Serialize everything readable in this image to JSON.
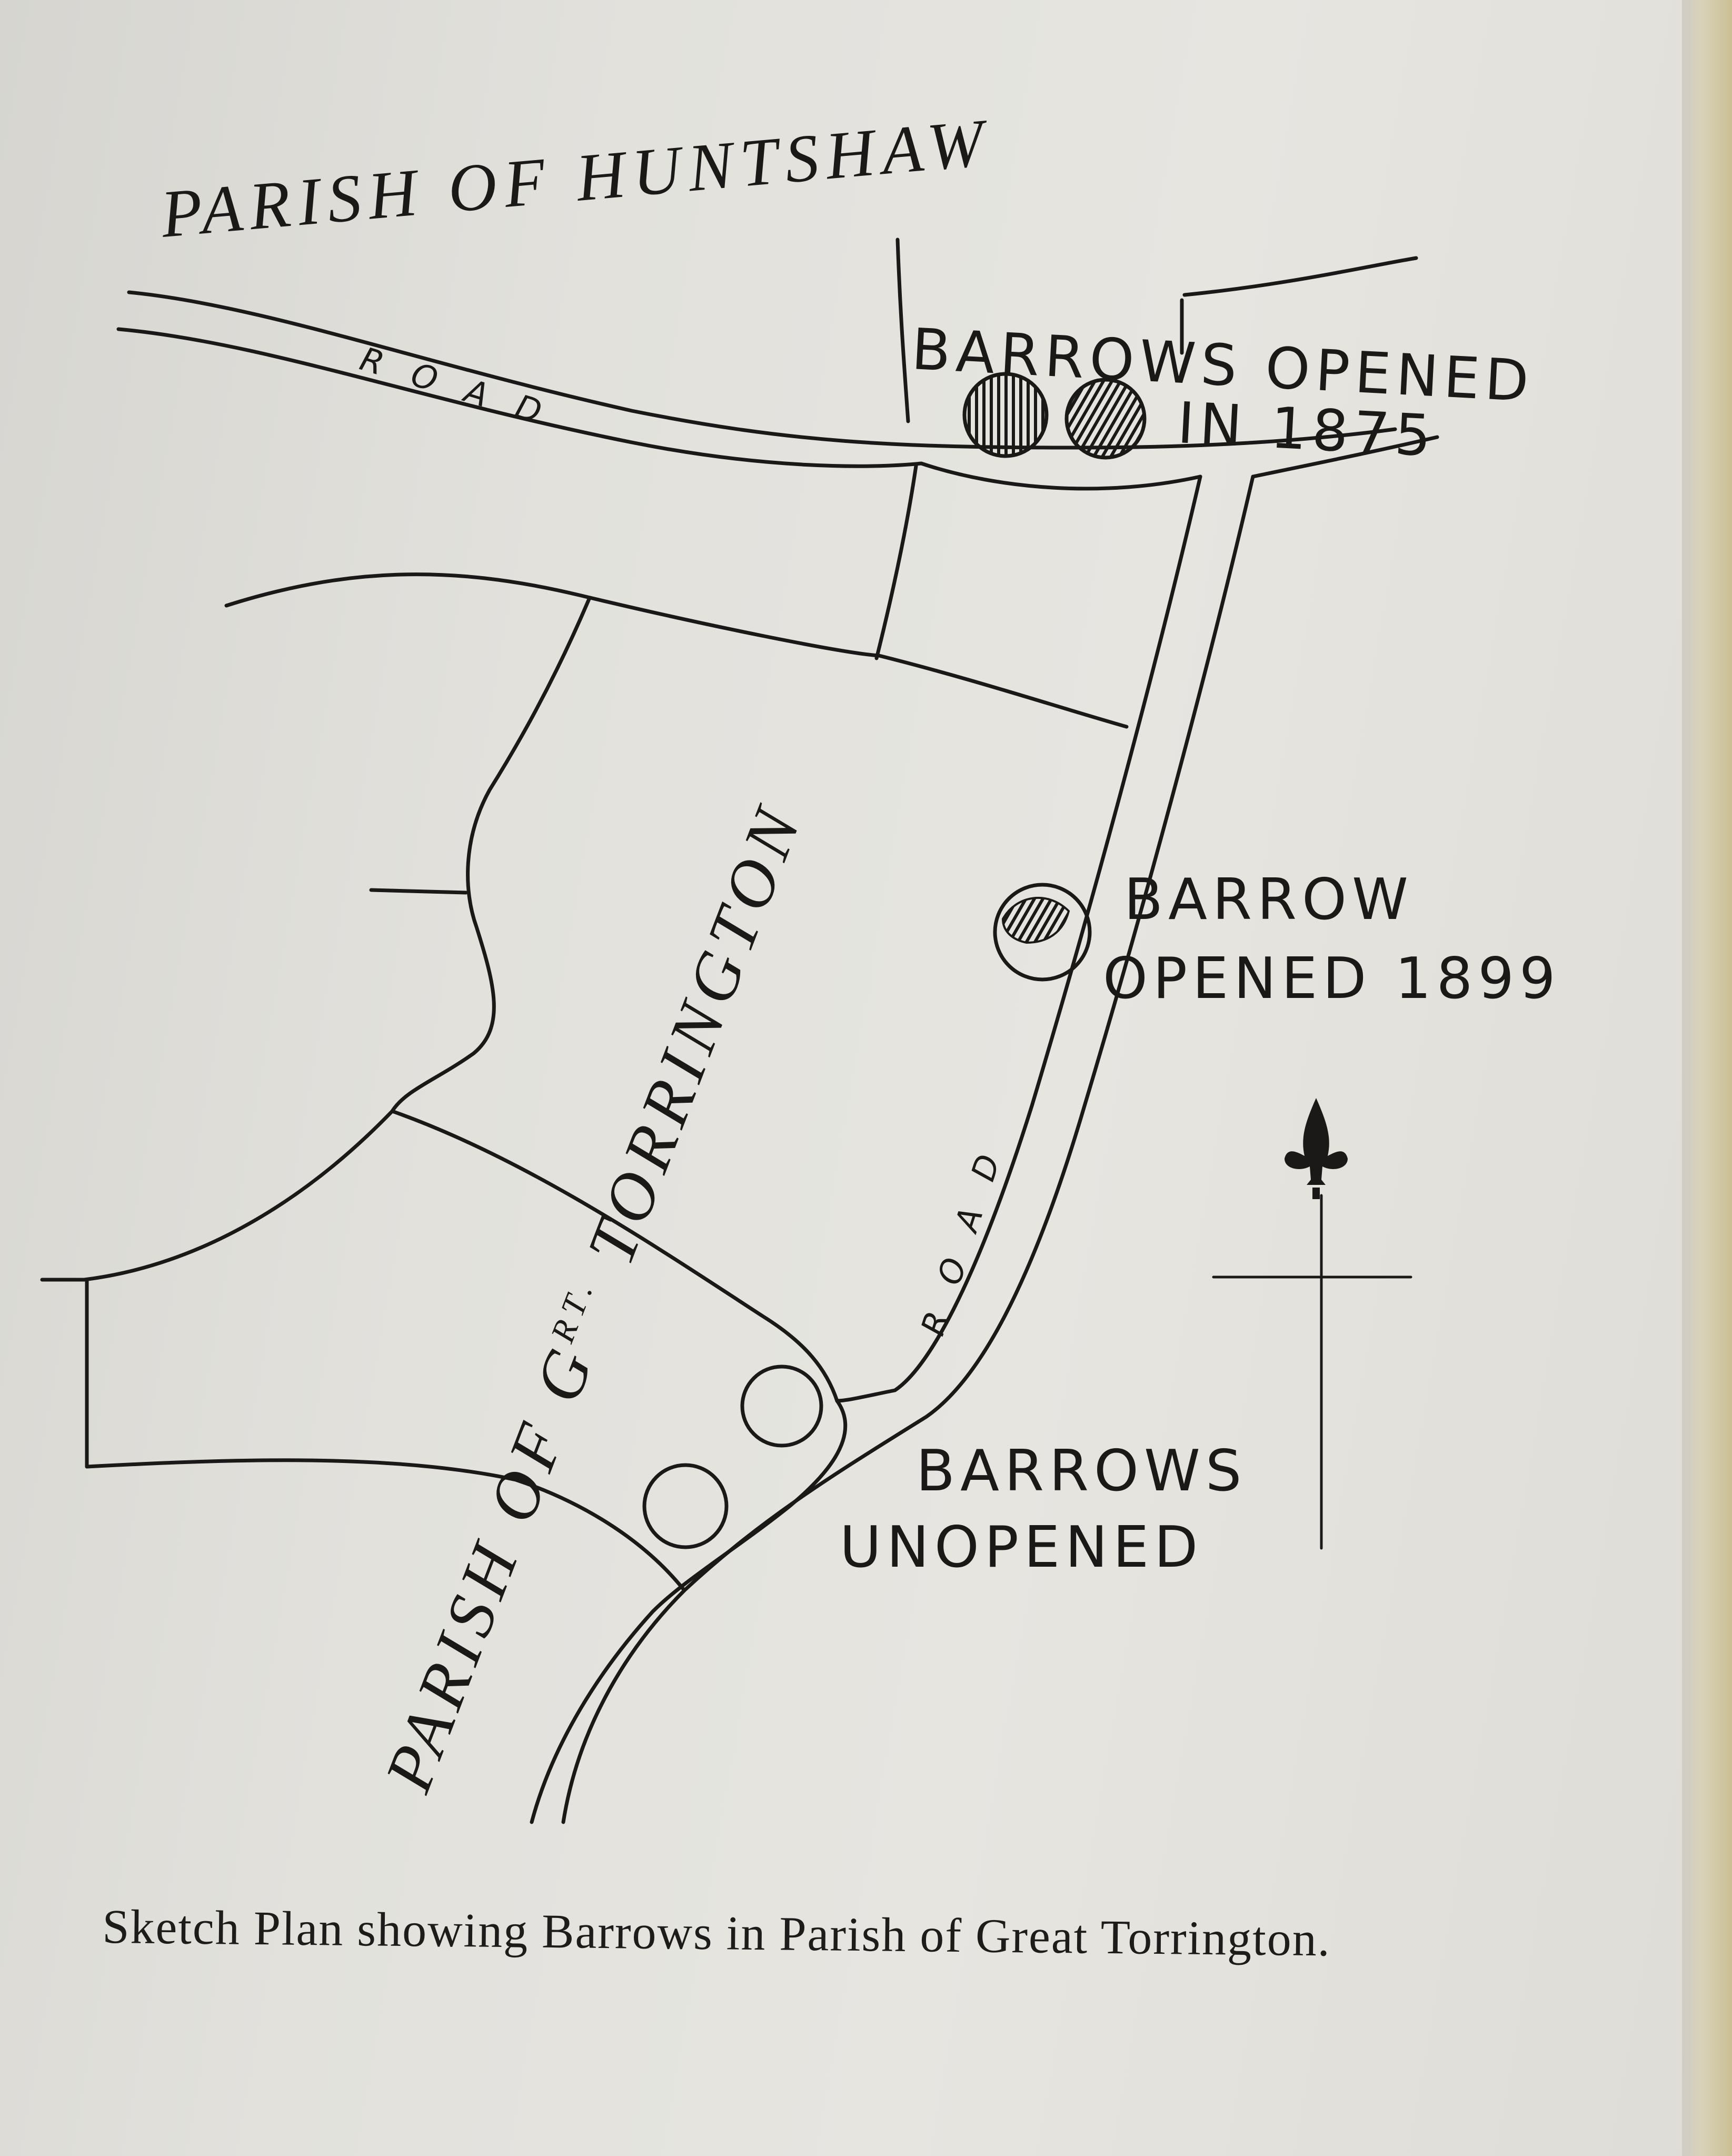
{
  "map": {
    "parish_north": "PARISH OF HUNTSHAW",
    "parish_main": "PARISH OF GRT. TORRINGTON",
    "parish_main_prefix": "PARISH OF G",
    "parish_main_superscript": "RT.",
    "parish_main_suffix": " TORRINGTON",
    "road_label_top": "ROAD",
    "road_label_side": "ROAD",
    "barrows_1875_line1": "BARROWS OPENED",
    "barrows_1875_line2": "IN 1875",
    "barrow_1899_line1": "BARROW",
    "barrow_1899_line2": "OPENED 1899",
    "barrows_unopened_line1": "BARROWS",
    "barrows_unopened_line2": "UNOPENED"
  },
  "caption": "Sketch Plan showing Barrows in Parish of Great Torrington."
}
